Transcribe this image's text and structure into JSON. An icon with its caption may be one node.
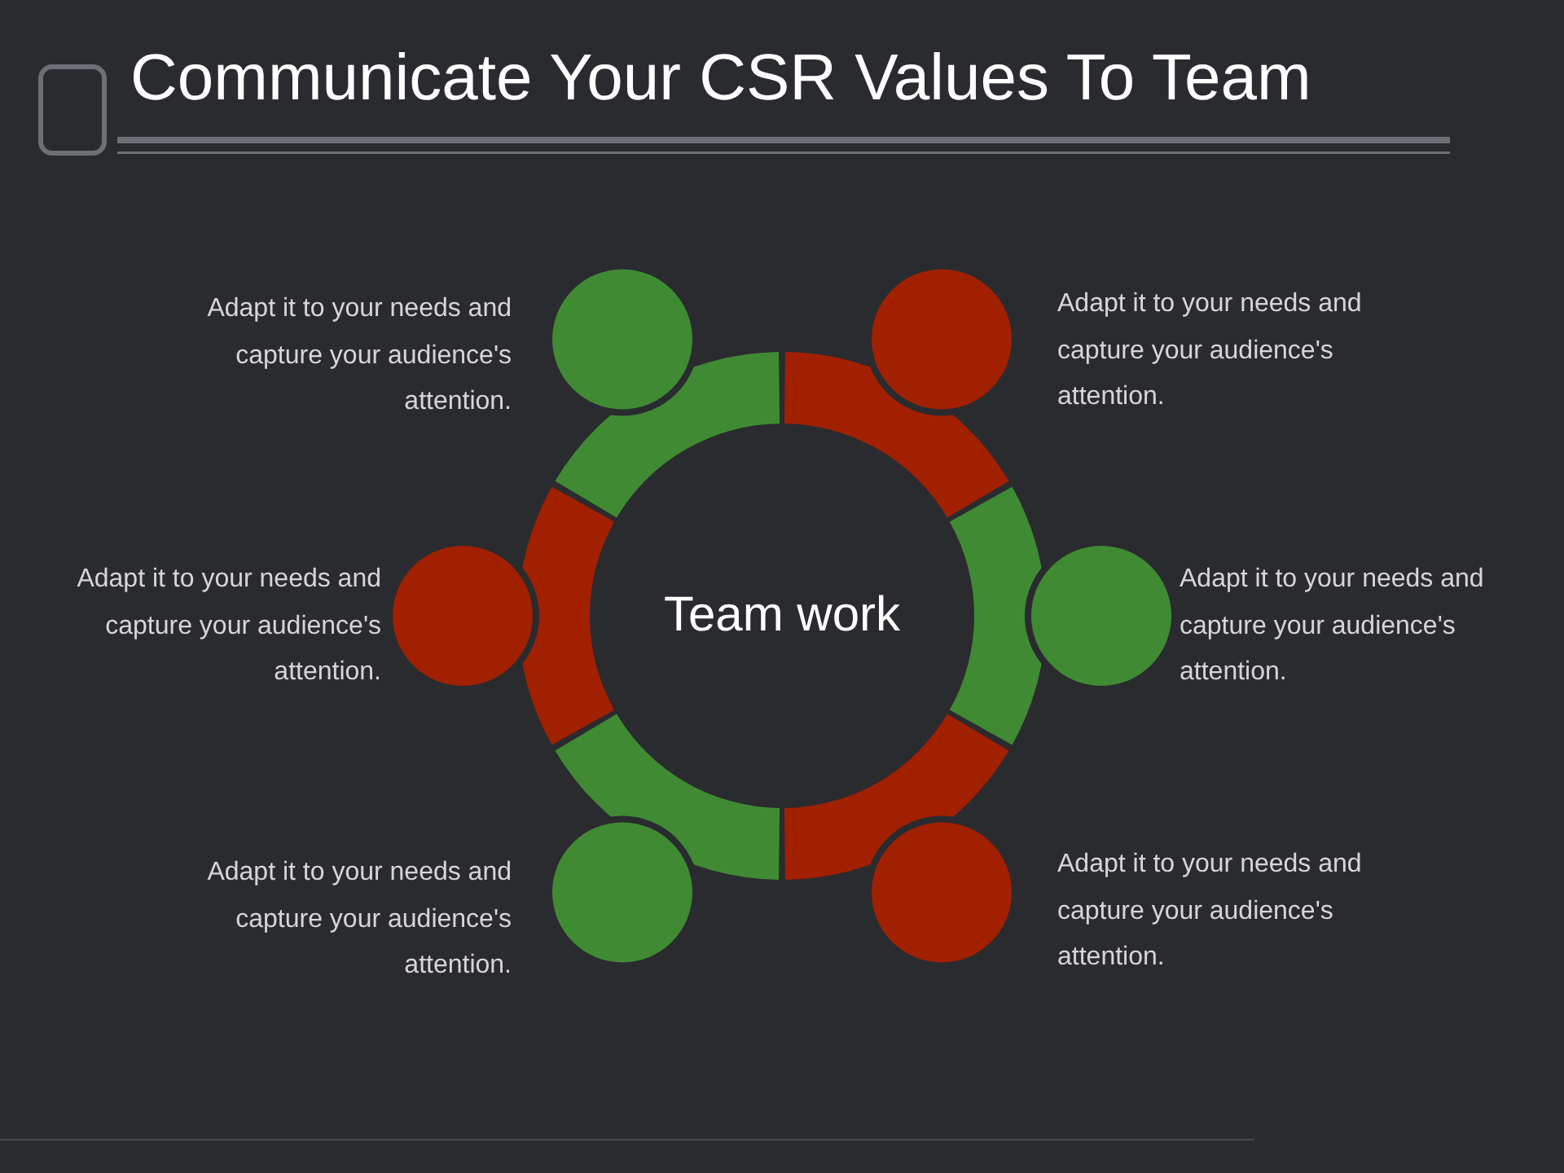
{
  "diagram": {
    "title": "Communicate Your CSR Values To Team",
    "nodes": [
      {
        "text": [
          "Team work"
        ]
      },
      {
        "text": [],
        "shape": "person",
        "beside": [
          "Adapt it to your needs and capture your audience's attention."
        ]
      },
      {
        "text": [],
        "shape": "person",
        "beside": [
          "Adapt it to your needs and capture your audience's attention."
        ]
      },
      {
        "text": [],
        "shape": "person",
        "beside": [
          "Adapt it to your needs and capture your audience's attention."
        ]
      },
      {
        "text": [],
        "shape": "person",
        "beside": [
          "Adapt it to your needs and capture your audience's attention."
        ]
      },
      {
        "text": [],
        "shape": "person",
        "beside": [
          "Adapt it to your needs and capture your audience's attention."
        ]
      },
      {
        "text": [],
        "shape": "person",
        "beside": [
          "Adapt it to your needs and capture your audience's attention."
        ]
      }
    ]
  }
}
